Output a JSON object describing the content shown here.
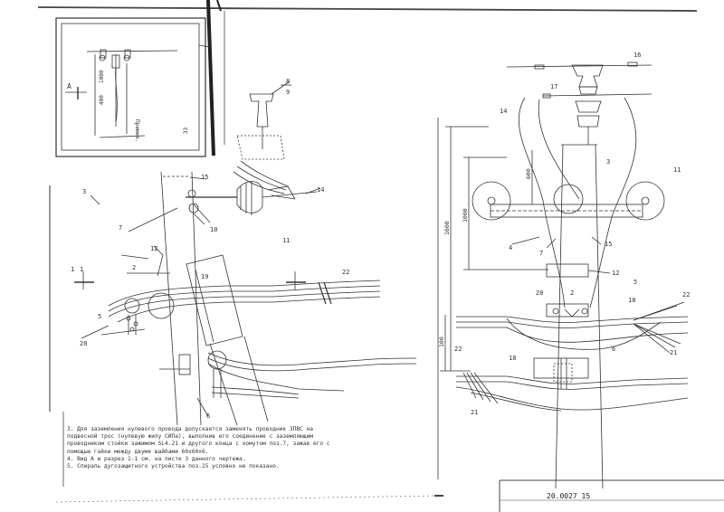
{
  "drawing": {
    "inset": {
      "view_label": "A",
      "dims": [
        "400",
        "1000"
      ],
      "side_text": "Примеч.",
      "sheet_no": "33"
    },
    "left_view": {
      "section_marks": [
        "1",
        "1"
      ],
      "callouts": [
        "3",
        "15",
        "8",
        "9",
        "7",
        "10",
        "14",
        "11",
        "12",
        "2",
        "19",
        "22",
        "5",
        "20",
        "6"
      ]
    },
    "right_view": {
      "dims": [
        "1600",
        "1000",
        "600",
        "100"
      ],
      "callouts": [
        "16",
        "17",
        "14",
        "3",
        "11",
        "4",
        "7",
        "15",
        "12",
        "5",
        "20",
        "2",
        "18",
        "22",
        "21",
        "6",
        "18",
        "22",
        "21"
      ]
    }
  },
  "notes": [
    "3. Для заземления нулевого провода допускается заменять проводник ЗПВС      на",
    "подвесной трос (нулевую жилу СИПа), выполнив его соединение с заземляющим",
    "проводником стойки зажимом SL4.21 и другого конца с хомутом поз.7, зажав его с",
    "помощью гайки между двумя шайбами 60х60х6.",
    "4. Вид А и разрез 1-1 см. на листе 3 данного чертежа.",
    "5. Спираль дугозащитного устройства поз.15 условно не показано."
  ],
  "stamp": "20.0027 15"
}
